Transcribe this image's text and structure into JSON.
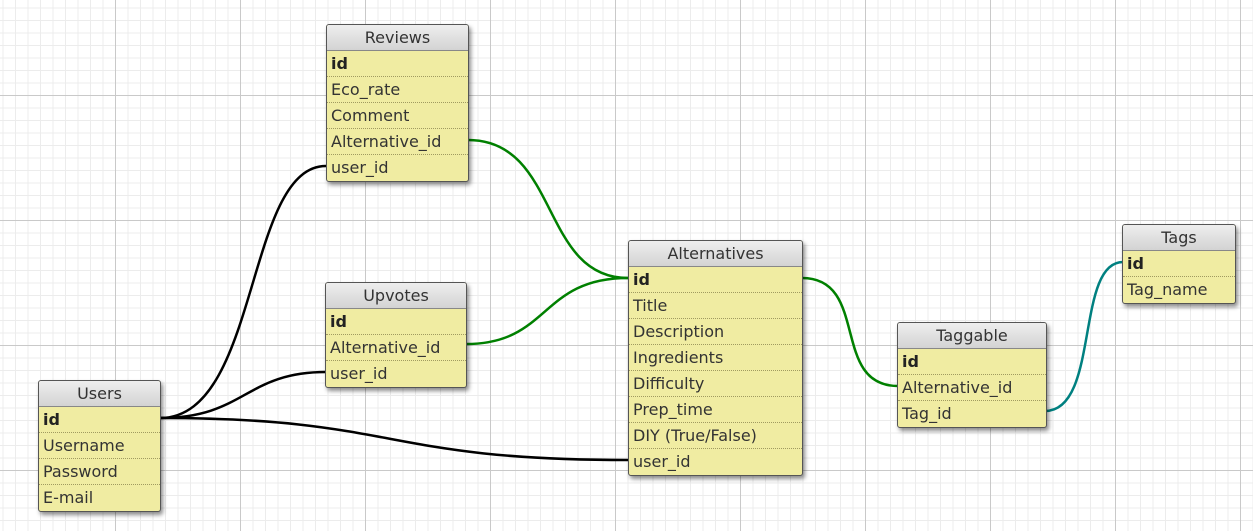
{
  "tables": {
    "reviews": {
      "title": "Reviews",
      "rows": [
        "id",
        "Eco_rate",
        "Comment",
        "Alternative_id",
        "user_id"
      ]
    },
    "upvotes": {
      "title": "Upvotes",
      "rows": [
        "id",
        "Alternative_id",
        "user_id"
      ]
    },
    "users": {
      "title": "Users",
      "rows": [
        "id",
        "Username",
        "Password",
        "E-mail"
      ]
    },
    "alternatives": {
      "title": "Alternatives",
      "rows": [
        "id",
        "Title",
        "Description",
        "Ingredients",
        "Difficulty",
        "Prep_time",
        "DIY (True/False)",
        "user_id"
      ]
    },
    "taggable": {
      "title": "Taggable",
      "rows": [
        "id",
        "Alternative_id",
        "Tag_id"
      ]
    },
    "tags": {
      "title": "Tags",
      "rows": [
        "id",
        "Tag_name"
      ]
    }
  },
  "relations": [
    {
      "from": "reviews.Alternative_id",
      "to": "alternatives.id",
      "color": "#008000"
    },
    {
      "from": "upvotes.Alternative_id",
      "to": "alternatives.id",
      "color": "#008000"
    },
    {
      "from": "reviews.user_id",
      "to": "users.id",
      "color": "#000000"
    },
    {
      "from": "upvotes.user_id",
      "to": "users.id",
      "color": "#000000"
    },
    {
      "from": "alternatives.user_id",
      "to": "users.id",
      "color": "#000000"
    },
    {
      "from": "alternatives.id",
      "to": "taggable.Alternative_id",
      "color": "#008000"
    },
    {
      "from": "taggable.Tag_id",
      "to": "tags.id",
      "color": "#008080"
    }
  ]
}
